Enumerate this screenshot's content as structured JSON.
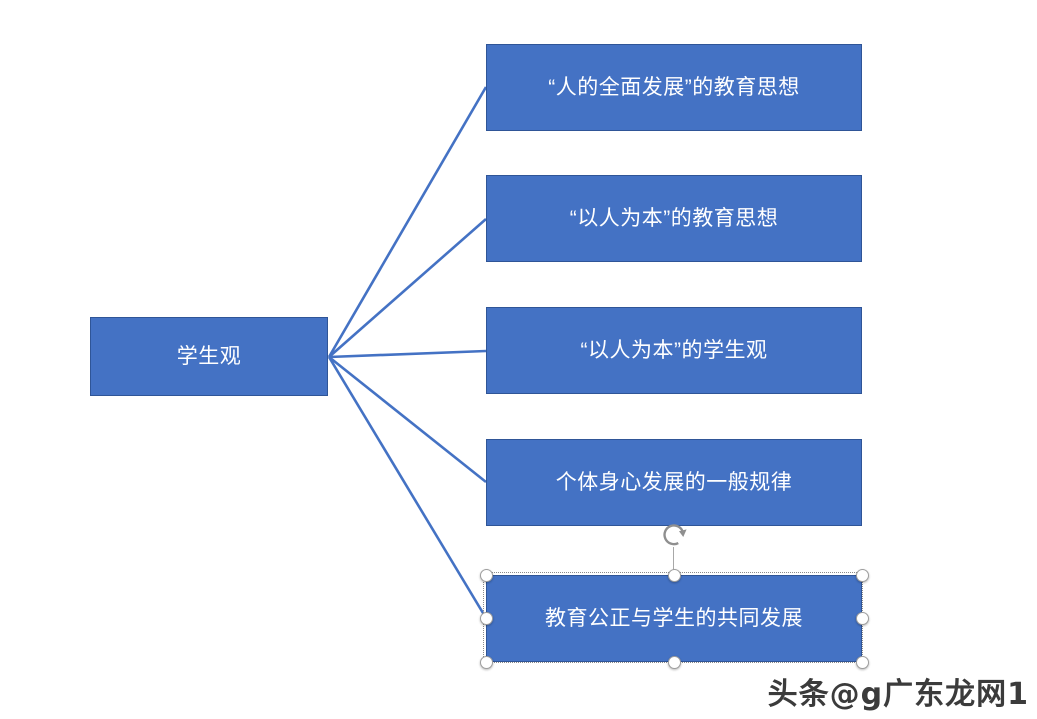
{
  "diagram": {
    "root": {
      "label": "学生观"
    },
    "children": [
      {
        "label": "“人的全面发展”的教育思想",
        "selected": false
      },
      {
        "label": "“以人为本”的教育思想",
        "selected": false
      },
      {
        "label": "“以人为本”的学生观",
        "selected": false
      },
      {
        "label": "个体身心发展的一般规律",
        "selected": false
      },
      {
        "label": "教育公正与学生的共同发展",
        "selected": true
      }
    ],
    "edges": [
      {
        "from": "学生观",
        "to": "“人的全面发展”的教育思想"
      },
      {
        "from": "学生观",
        "to": "“以人为本”的教育思想"
      },
      {
        "from": "学生观",
        "to": "“以人为本”的学生观"
      },
      {
        "from": "学生观",
        "to": "个体身心发展的一般规律"
      },
      {
        "from": "学生观",
        "to": "教育公正与学生的共同发展"
      }
    ]
  },
  "colors": {
    "node_fill": "#4472C4",
    "node_border": "#2F5597",
    "connector": "#4472C4",
    "node_text": "#FFFFFF",
    "selection_gray": "#8A8A8A"
  },
  "watermark": {
    "text": "头条@g广东龙网1"
  }
}
